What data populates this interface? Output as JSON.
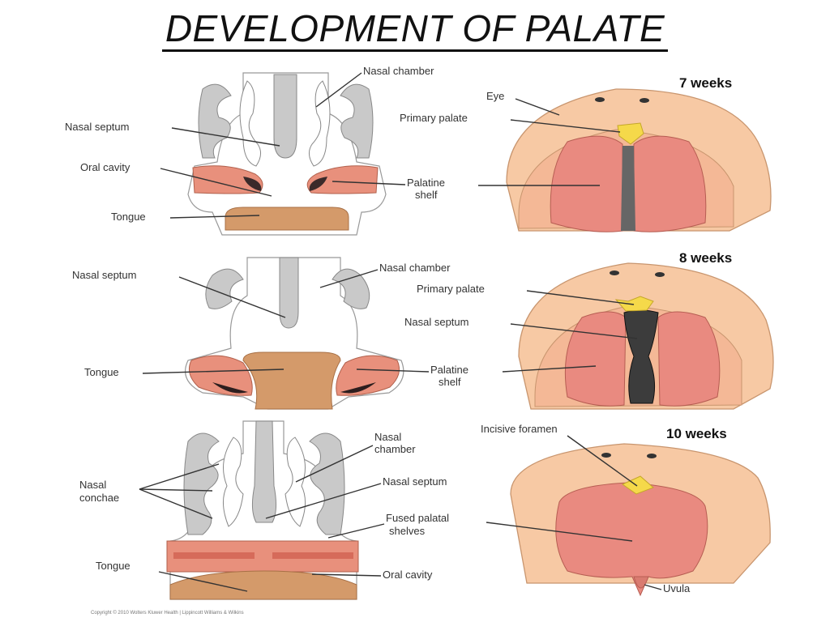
{
  "title": "DEVELOPMENT OF PALATE",
  "copyright": "Copyright © 2010 Wolters Kluwer Health | Lippincott Williams & Wilkins",
  "colors": {
    "gray_tissue": "#c9c9c9",
    "shelf_pink": "#e8907c",
    "tongue_brown": "#d49a6a",
    "skin_peach": "#f7c9a4",
    "palate_pink": "#e98a80",
    "primary_yellow": "#f5d94a"
  },
  "panels": {
    "row1_left": {
      "nasal_chamber": "Nasal chamber",
      "nasal_septum": "Nasal septum",
      "oral_cavity": "Oral cavity",
      "palatine_shelf_1": "Palatine",
      "palatine_shelf_2": "shelf",
      "tongue": "Tongue"
    },
    "row1_right": {
      "week": "7 weeks",
      "eye": "Eye",
      "primary_palate": "Primary palate"
    },
    "row2_left": {
      "nasal_septum": "Nasal septum",
      "nasal_chamber": "Nasal chamber",
      "tongue": "Tongue",
      "palatine_shelf_1": "Palatine",
      "palatine_shelf_2": "shelf"
    },
    "row2_right": {
      "week": "8 weeks",
      "primary_palate": "Primary palate",
      "nasal_septum": "Nasal septum"
    },
    "row3_left": {
      "nasal_chamber_1": "Nasal",
      "nasal_chamber_2": "chamber",
      "nasal_conchae_1": "Nasal",
      "nasal_conchae_2": "conchae",
      "nasal_septum": "Nasal septum",
      "fused_shelves_1": "Fused palatal",
      "fused_shelves_2": "shelves",
      "tongue": "Tongue",
      "oral_cavity": "Oral cavity"
    },
    "row3_right": {
      "week": "10 weeks",
      "incisive_foramen": "Incisive foramen",
      "uvula": "Uvula"
    }
  }
}
